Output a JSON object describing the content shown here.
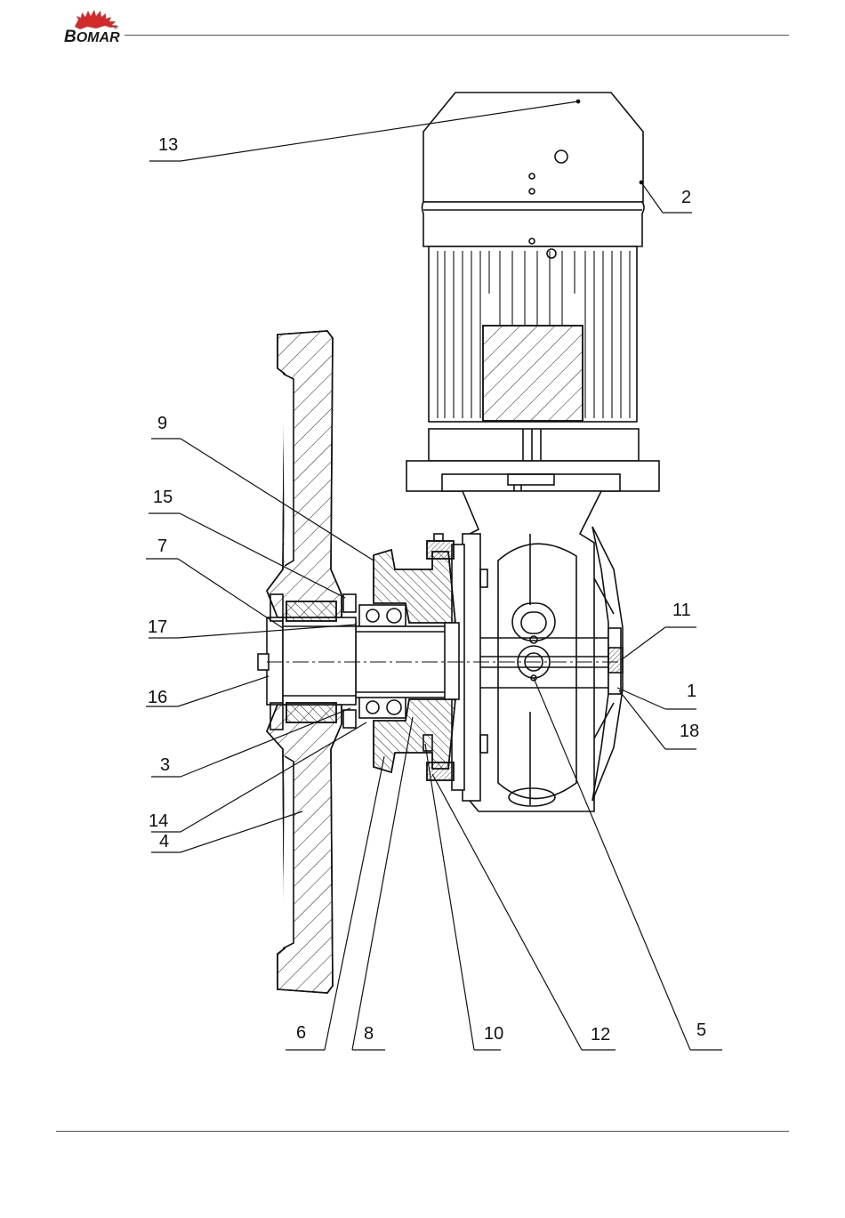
{
  "brand": {
    "name": "Bomar",
    "color": "#d22b2b"
  },
  "diagram": {
    "labels": [
      {
        "id": "13",
        "text": "13"
      },
      {
        "id": "2",
        "text": "2"
      },
      {
        "id": "9",
        "text": "9"
      },
      {
        "id": "15",
        "text": "15"
      },
      {
        "id": "7",
        "text": "7"
      },
      {
        "id": "17",
        "text": "17"
      },
      {
        "id": "16",
        "text": "16"
      },
      {
        "id": "3",
        "text": "3"
      },
      {
        "id": "14",
        "text": "14"
      },
      {
        "id": "4",
        "text": "4"
      },
      {
        "id": "11",
        "text": "11"
      },
      {
        "id": "1",
        "text": "1"
      },
      {
        "id": "18",
        "text": "18"
      },
      {
        "id": "6",
        "text": "6"
      },
      {
        "id": "8",
        "text": "8"
      },
      {
        "id": "10",
        "text": "10"
      },
      {
        "id": "12",
        "text": "12"
      },
      {
        "id": "5",
        "text": "5"
      }
    ]
  }
}
